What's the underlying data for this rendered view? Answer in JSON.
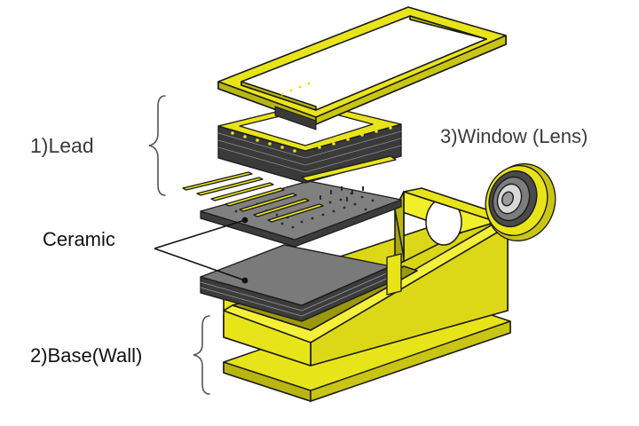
{
  "labels": {
    "lead": "1)Lead",
    "window": "3)Window (Lens)",
    "ceramic": "Ceramic",
    "base": "2)Base(Wall)"
  },
  "colors": {
    "yellow": "#e8e41a",
    "yellow_dark": "#b9b612",
    "yellow_shadow": "#8e8b0c",
    "ceramic_top": "#7a7a7a",
    "ceramic_side": "#3c3c3c",
    "outline": "#1a1a1a",
    "label_text": "#3a3a3a"
  },
  "icons": {
    "lens": "lens-icon",
    "brace": "curly-brace-icon"
  }
}
